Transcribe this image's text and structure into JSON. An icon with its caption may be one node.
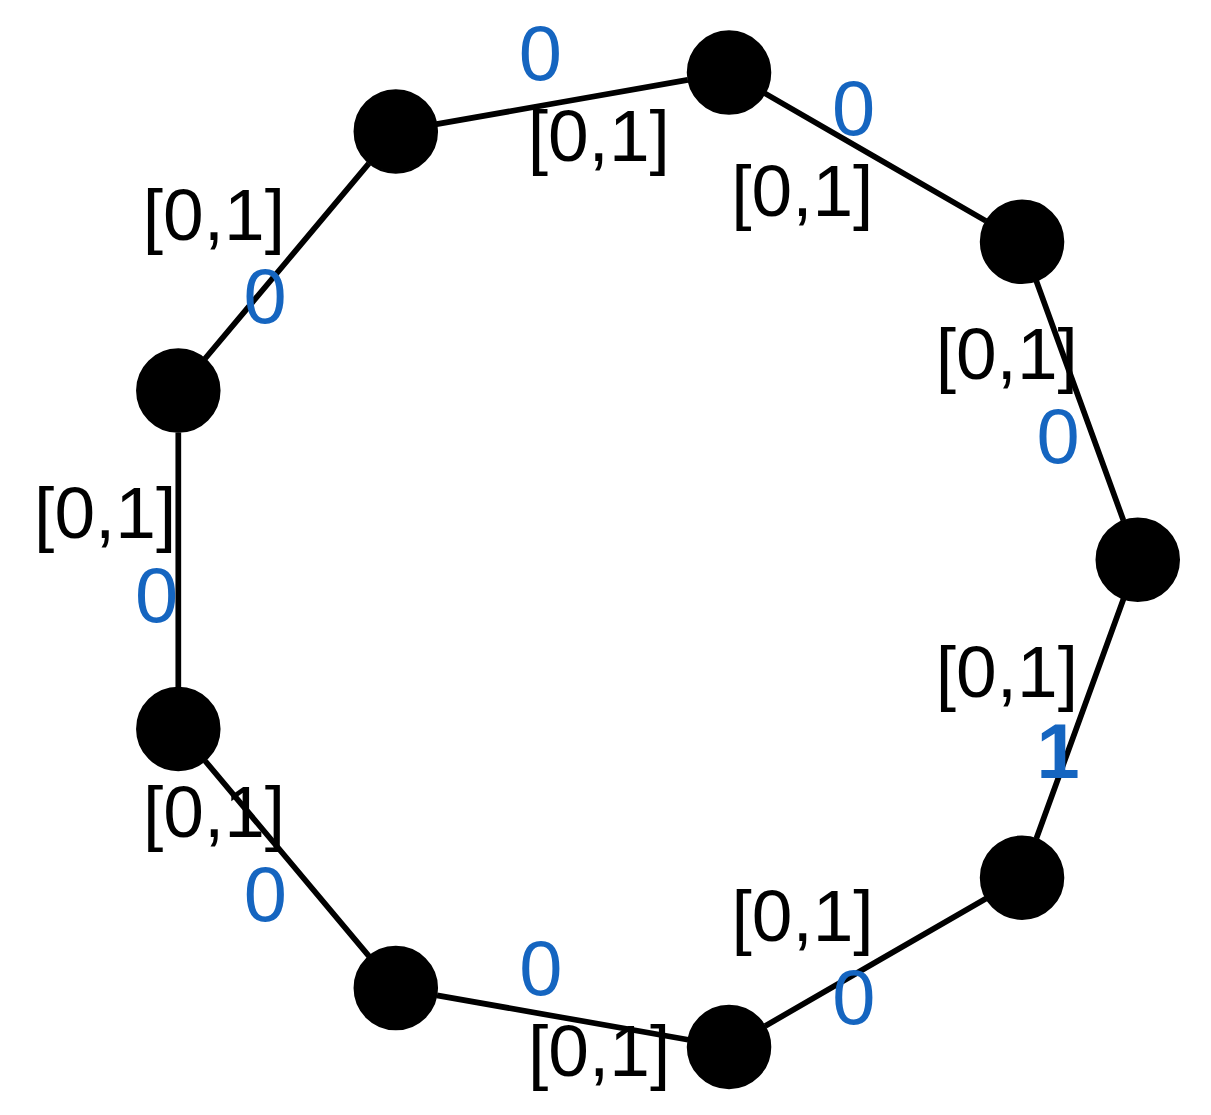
{
  "diagram": {
    "nodes": [
      {
        "text": [],
        "shape": "circle"
      },
      {
        "text": [],
        "shape": "circle"
      },
      {
        "text": [],
        "shape": "circle"
      },
      {
        "text": [],
        "shape": "circle"
      },
      {
        "text": [],
        "shape": "circle"
      },
      {
        "text": [],
        "shape": "circle"
      },
      {
        "text": [],
        "shape": "circle"
      },
      {
        "text": [],
        "shape": "circle"
      },
      {
        "text": [],
        "shape": "circle"
      }
    ],
    "edges": [
      {
        "from": 0,
        "to": 1,
        "arrow": "none",
        "label": "[0,1]"
      },
      {
        "from": 1,
        "to": 2,
        "arrow": "none",
        "label": "[0,1]"
      },
      {
        "from": 2,
        "to": 3,
        "arrow": "none",
        "label": "[0,1]"
      },
      {
        "from": 3,
        "to": 4,
        "arrow": "none",
        "label": "[0,1]"
      },
      {
        "from": 4,
        "to": 5,
        "arrow": "none",
        "label": "[0,1]"
      },
      {
        "from": 5,
        "to": 6,
        "arrow": "none",
        "label": "[0,1]"
      },
      {
        "from": 6,
        "to": 7,
        "arrow": "none",
        "label": "[0,1]"
      },
      {
        "from": 7,
        "to": 8,
        "arrow": "none",
        "label": "[0,1]"
      },
      {
        "from": 8,
        "to": 0,
        "arrow": "none",
        "label": "[0,1]"
      }
    ],
    "labels": [
      "0",
      "0",
      "0",
      "0",
      "0",
      "0",
      "0",
      "0",
      "1"
    ]
  }
}
